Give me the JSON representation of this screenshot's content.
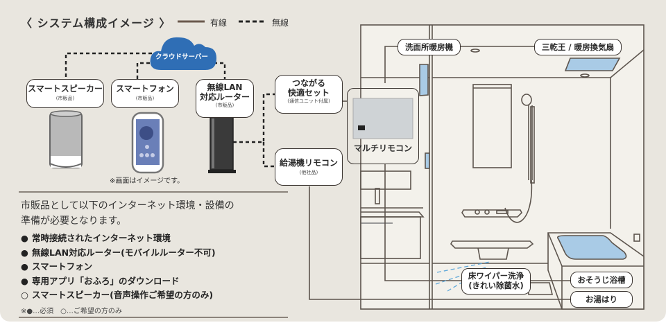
{
  "header": {
    "title": "〈 システム構成イメージ 〉",
    "legend": [
      {
        "style": "solid",
        "label": "有線"
      },
      {
        "style": "dashed",
        "label": "無線"
      }
    ]
  },
  "cloud": {
    "label": "クラウドサーバー",
    "color": "#2f6eb5"
  },
  "devices": [
    {
      "id": "smart-speaker",
      "label": "スマートスピーカー",
      "sub": "(市販品)"
    },
    {
      "id": "smartphone",
      "label": "スマートフォン",
      "sub": "(市販品)"
    },
    {
      "id": "router",
      "label_line1": "無線LAN",
      "label_line2": "対応ルーター",
      "sub": "(市販品)"
    }
  ],
  "screen_note": "※画面はイメージです。",
  "connect_set": {
    "line1": "つながる",
    "line2": "快適セット",
    "sub": "(通信ユニット付属)"
  },
  "water_heater_remote": {
    "label": "給湯機リモコン",
    "sub": "(他社品)"
  },
  "multi_remote": {
    "label": "マルチリモコン"
  },
  "bathroom_labels": {
    "washroom_heater": "洗面所暖房機",
    "dryer": "三乾王 / 暖房換気扇",
    "floor_wiper_line1": "床ワイパー洗浄",
    "floor_wiper_line2": "(きれい除菌水)",
    "tub_cleaning": "おそうじ浴槽",
    "hot_water_fill": "お湯はり"
  },
  "requirements": {
    "intro_line1": "市販品として以下のインターネット環境・設備の",
    "intro_line2": "準備が必要となります。",
    "items": [
      {
        "bullet": "●",
        "text": "常時接続されたインターネット環境"
      },
      {
        "bullet": "●",
        "text": "無線LAN対応ルーター(モバイルルーター不可)"
      },
      {
        "bullet": "●",
        "text": "スマートフォン"
      },
      {
        "bullet": "●",
        "text": "専用アプリ「おふろ」のダウンロード"
      },
      {
        "bullet": "○",
        "text": "スマートスピーカー(音声操作ご希望の方のみ)"
      }
    ],
    "footnote": "※●…必須　○…ご希望の方のみ"
  },
  "colors": {
    "background": "#e9e6df",
    "room": "#f3f1eb",
    "line": "#5c544d",
    "accent_blue": "#a9cbe6",
    "cloud": "#2f6eb5"
  }
}
